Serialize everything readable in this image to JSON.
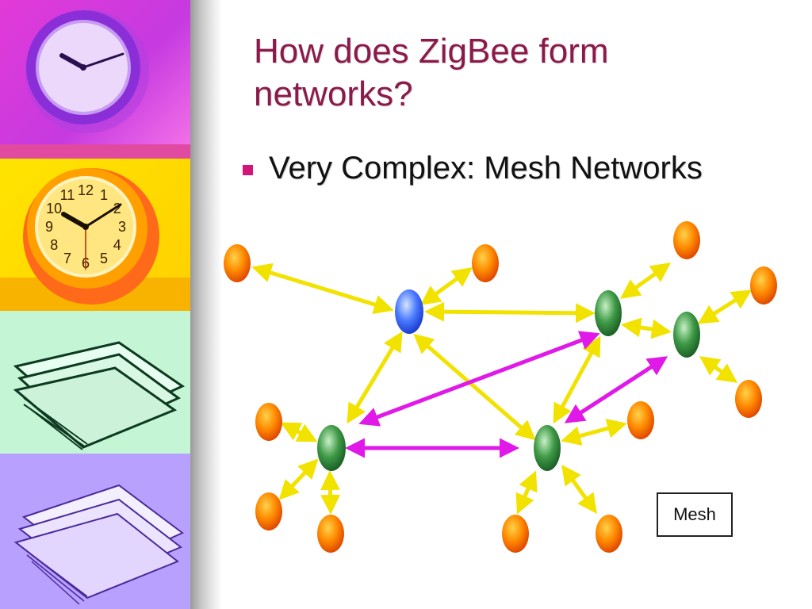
{
  "slide": {
    "title": "How does ZigBee form networks?",
    "bullet": "Very Complex: Mesh Networks",
    "legend_label": "Mesh"
  },
  "clock_numbers": [
    "12",
    "1",
    "2",
    "3",
    "4",
    "5",
    "6",
    "7",
    "8",
    "9",
    "10",
    "11"
  ],
  "colors": {
    "title": "#8b1a4a",
    "bullet": "#d4147a",
    "coordinator": "#3a6df0",
    "router": "#2f8a3a",
    "end_device": "#f57a00",
    "link_yellow": "#f2e200",
    "link_magenta": "#e019e8"
  }
}
